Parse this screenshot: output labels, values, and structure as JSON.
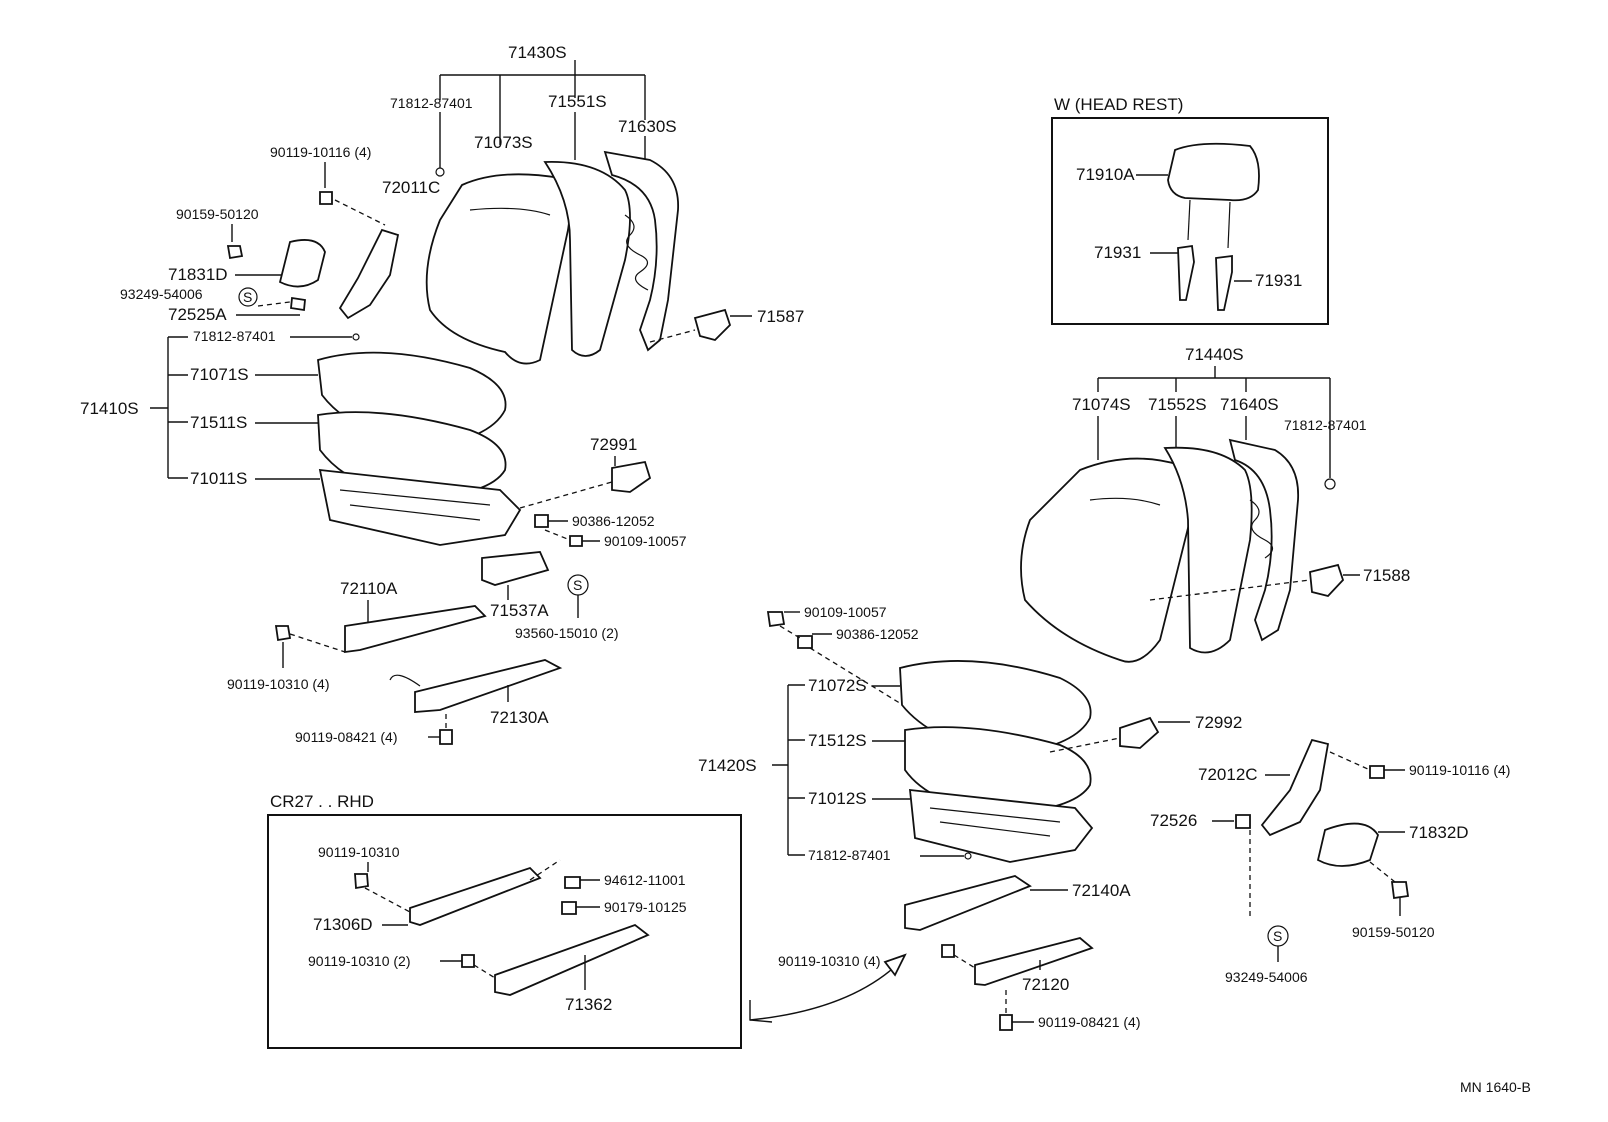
{
  "labels": {
    "asm_71430S": "71430S",
    "p_71812_87401_a": "71812-87401",
    "p_71551S": "71551S",
    "p_71073S": "71073S",
    "p_71630S": "71630S",
    "p_90119_10116_a": "90119-10116 (4)",
    "p_72011C": "72011C",
    "p_90159_50120_a": "90159-50120",
    "p_71831D": "71831D",
    "p_93249_54006_a": "93249-54006",
    "p_72525A": "72525A",
    "p_71587": "71587",
    "p_71812_87401_b": "71812-87401",
    "asm_71410S": "71410S",
    "p_71071S": "71071S",
    "p_71511S": "71511S",
    "p_71011S": "71011S",
    "p_72991": "72991",
    "p_90386_12052_a": "90386-12052",
    "p_90109_10057_a": "90109-10057",
    "p_72110A": "72110A",
    "p_71537A": "71537A",
    "p_93560_15010": "93560-15010 (2)",
    "p_90119_10310_a": "90119-10310 (4)",
    "p_72130A": "72130A",
    "p_90119_08421_a": "90119-08421 (4)",
    "headrest_title": "W (HEAD REST)",
    "p_71910A": "71910A",
    "p_71931_a": "71931",
    "p_71931_b": "71931",
    "asm_71440S": "71440S",
    "p_71074S": "71074S",
    "p_71552S": "71552S",
    "p_71640S": "71640S",
    "p_71812_87401_c": "71812-87401",
    "p_71588": "71588",
    "p_90109_10057_b": "90109-10057",
    "p_90386_12052_b": "90386-12052",
    "p_71072S": "71072S",
    "asm_71420S": "71420S",
    "p_71512S": "71512S",
    "p_71012S": "71012S",
    "p_71812_87401_d": "71812-87401",
    "p_72992": "72992",
    "p_72012C": "72012C",
    "p_90119_10116_b": "90119-10116 (4)",
    "p_72526": "72526",
    "p_71832D": "71832D",
    "p_90159_50120_b": "90159-50120",
    "p_93249_54006_b": "93249-54006",
    "p_72140A": "72140A",
    "p_90119_10310_b": "90119-10310 (4)",
    "p_72120": "72120",
    "p_90119_08421_b": "90119-08421 (4)",
    "rhd_title": "CR27 . . RHD",
    "p_90119_10310_c": "90119-10310",
    "p_94612_11001": "94612-11001",
    "p_71306D": "71306D",
    "p_90179_10125": "90179-10125",
    "p_90119_10310_d": "90119-10310 (2)",
    "p_71362": "71362",
    "s_mark": "S",
    "footer_code": "MN 1640-B"
  }
}
